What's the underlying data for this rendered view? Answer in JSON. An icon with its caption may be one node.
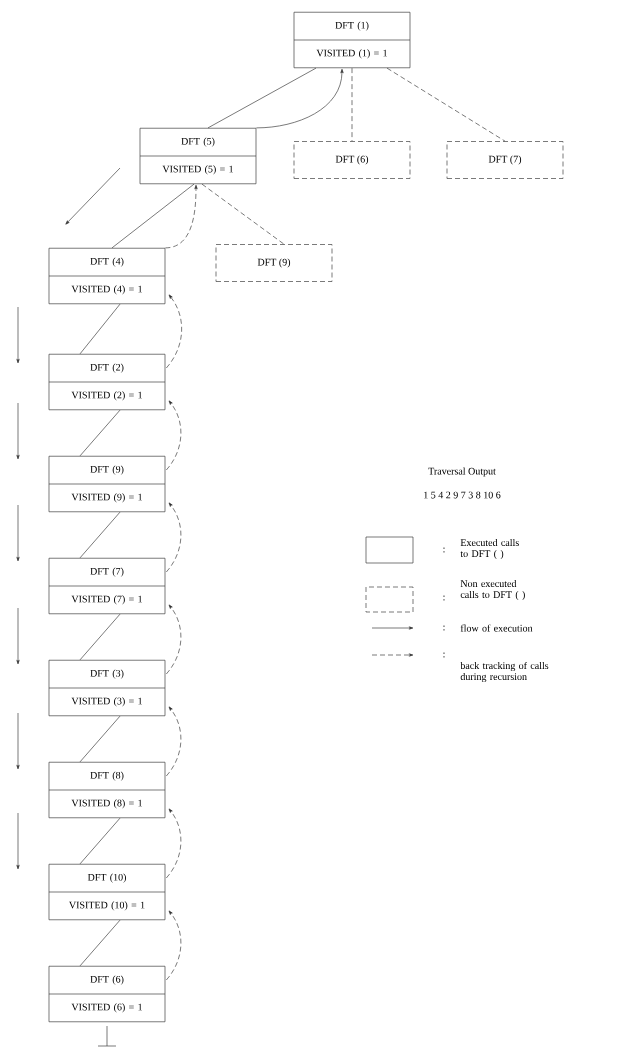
{
  "diagram": {
    "nodes": [
      {
        "text": [
          "DFT (1)",
          "VISITED (1) = 1"
        ]
      },
      {
        "text": [
          "DFT (5)",
          "VISITED (5) = 1"
        ]
      },
      {
        "text": [
          "DFT (6)"
        ]
      },
      {
        "text": [
          "DFT (7)"
        ]
      },
      {
        "text": [
          "DFT (4)",
          "VISITED (4) = 1"
        ]
      },
      {
        "text": [
          "DFT (9)"
        ]
      },
      {
        "text": [
          "DFT (2)",
          "VISITED (2) = 1"
        ]
      },
      {
        "text": [
          "DFT (9)",
          "VISITED (9) = 1"
        ]
      },
      {
        "text": [
          "DFT (7)",
          "VISITED (7) = 1"
        ]
      },
      {
        "text": [
          "DFT (3)",
          "VISITED (3) = 1"
        ]
      },
      {
        "text": [
          "DFT (8)",
          "VISITED (8) = 1"
        ]
      },
      {
        "text": [
          "DFT (10)",
          "VISITED (10) = 1"
        ]
      },
      {
        "text": [
          "DFT (6)",
          "VISITED (6) = 1"
        ]
      }
    ],
    "edges": [
      {
        "from": 0,
        "to": 1,
        "arrow": "none"
      },
      {
        "from": 0,
        "to": 2,
        "arrow": "none",
        "style": "dashed"
      },
      {
        "from": 0,
        "to": 3,
        "arrow": "none",
        "style": "dashed"
      },
      {
        "from": 1,
        "to": 0,
        "arrow": "to"
      },
      {
        "from": 1,
        "to": 4,
        "arrow": "none"
      },
      {
        "from": 1,
        "to": 5,
        "arrow": "none",
        "style": "dashed"
      },
      {
        "from": 4,
        "to": 1,
        "arrow": "to",
        "style": "dashed"
      },
      {
        "from": 4,
        "to": 6,
        "arrow": "none"
      },
      {
        "from": 6,
        "to": 4,
        "arrow": "to",
        "style": "dashed"
      },
      {
        "from": 6,
        "to": 7,
        "arrow": "none"
      },
      {
        "from": 7,
        "to": 6,
        "arrow": "to",
        "style": "dashed"
      },
      {
        "from": 7,
        "to": 8,
        "arrow": "none"
      },
      {
        "from": 8,
        "to": 7,
        "arrow": "to",
        "style": "dashed"
      },
      {
        "from": 8,
        "to": 9,
        "arrow": "none"
      },
      {
        "from": 9,
        "to": 8,
        "arrow": "to",
        "style": "dashed"
      },
      {
        "from": 9,
        "to": 10,
        "arrow": "none"
      },
      {
        "from": 10,
        "to": 9,
        "arrow": "to",
        "style": "dashed"
      },
      {
        "from": 10,
        "to": 11,
        "arrow": "none"
      },
      {
        "from": 11,
        "to": 10,
        "arrow": "to",
        "style": "dashed"
      },
      {
        "from": 11,
        "to": 12,
        "arrow": "none"
      },
      {
        "from": 12,
        "to": 11,
        "arrow": "to",
        "style": "dashed"
      }
    ],
    "labels": [
      "Traversal Output",
      "1  5  4  2  9  7  3  8  10  6",
      ":",
      ":",
      ":",
      ":"
    ],
    "legend": [
      {
        "text": "Executed calls to DFT ( )"
      },
      {
        "text": "Non executed calls to DFT ( )"
      },
      {
        "text": "flow of execution"
      },
      {
        "text": "back tracking of calls during recursion"
      }
    ]
  }
}
